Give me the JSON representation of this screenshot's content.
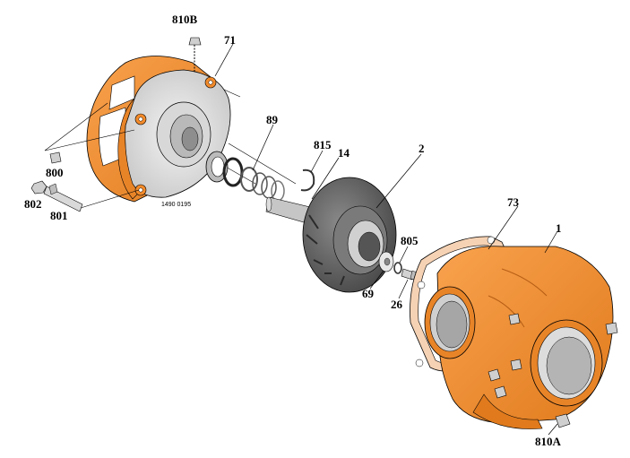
{
  "diagram": {
    "drawing_number": "1490 0195",
    "part_labels": {
      "p810b": "810B",
      "p71": "71",
      "p89": "89",
      "p815": "815",
      "p14": "14",
      "p2": "2",
      "p73": "73",
      "p1": "1",
      "p800": "800",
      "p802": "802",
      "p801": "801",
      "p805": "805",
      "p69": "69",
      "p26": "26",
      "p810a": "810A"
    },
    "colors": {
      "housing": "#f28a2a",
      "housing_dark": "#c9661a",
      "housing_light": "#f9b36a",
      "plate": "#e6e6e6",
      "impeller": "#666666",
      "impeller_dark": "#3e3e3e",
      "gasket": "#f6d2b4",
      "line": "#000000"
    }
  }
}
